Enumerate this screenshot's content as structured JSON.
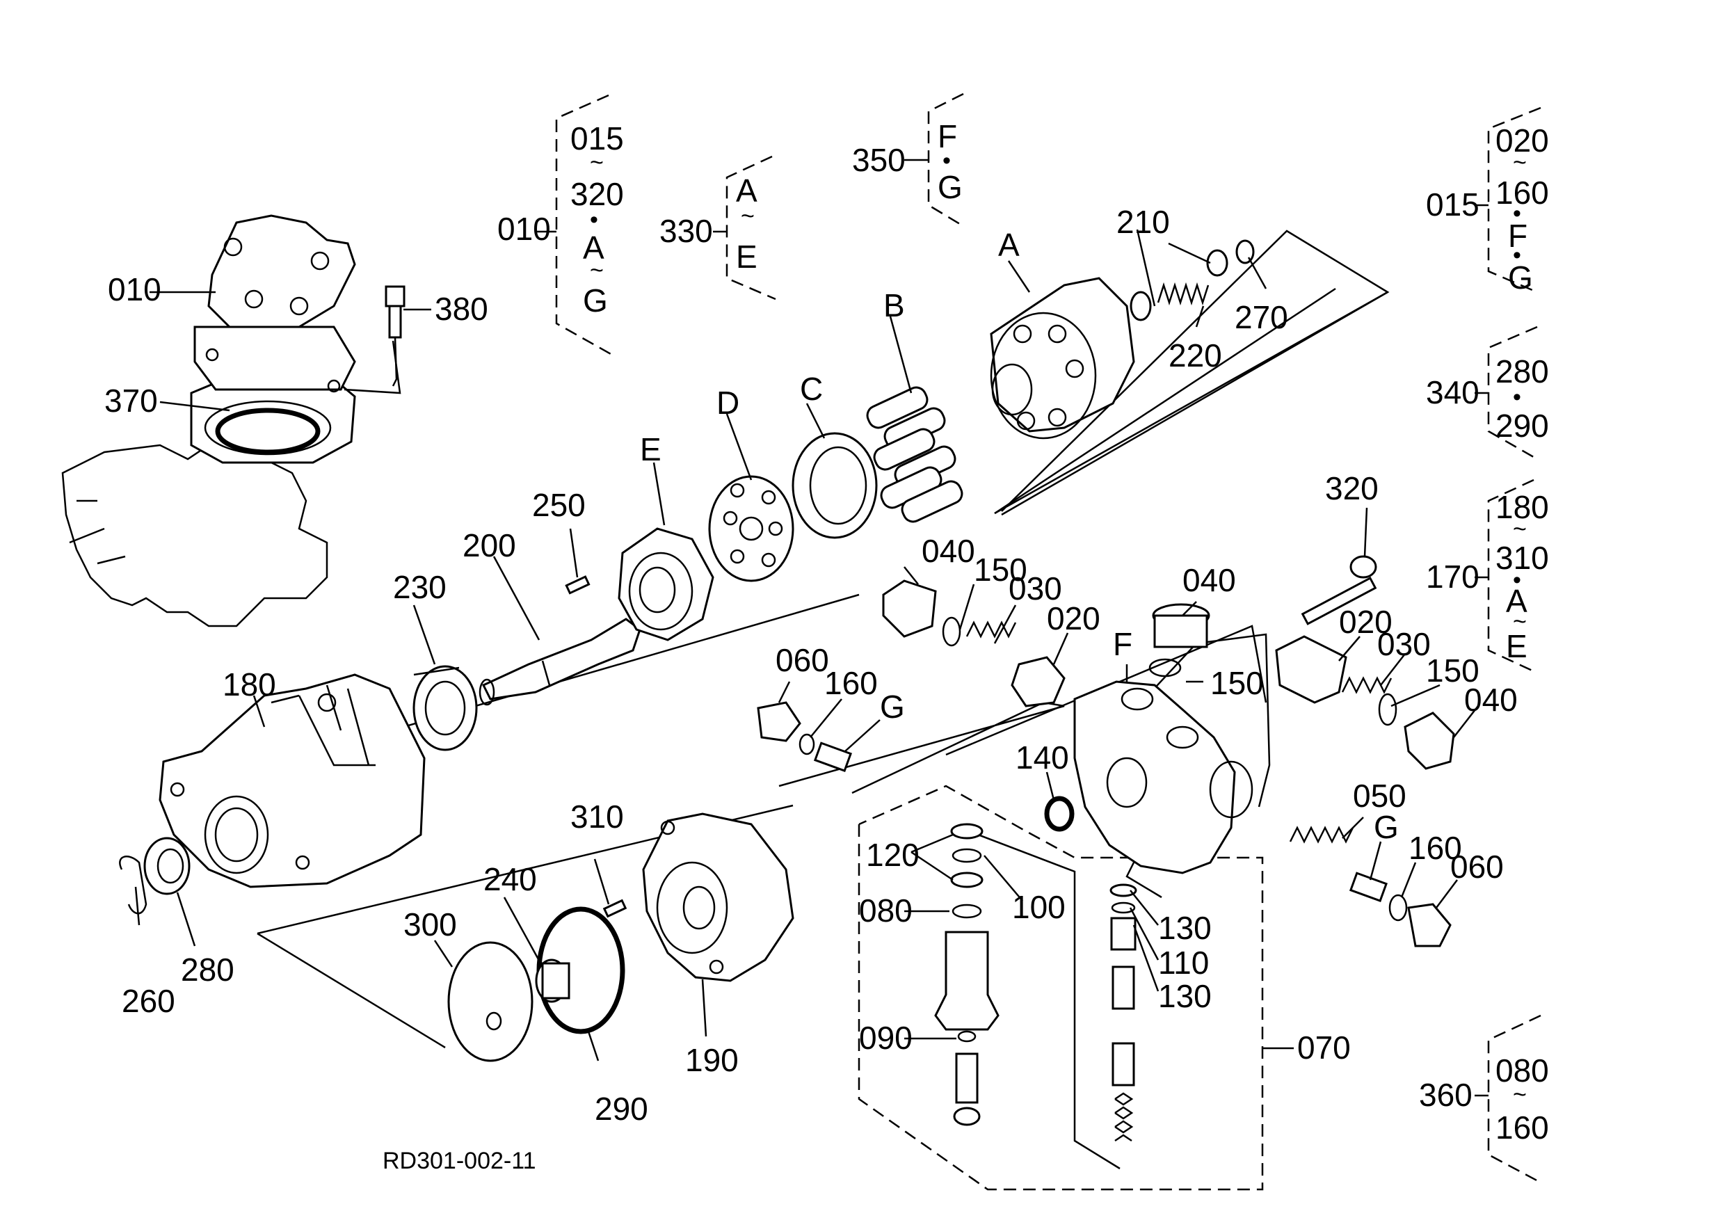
{
  "drawing_id": "RD301-002-11",
  "parts": {
    "p010": "010",
    "p015": "015",
    "p020": "020",
    "p030": "030",
    "p040": "040",
    "p050": "050",
    "p060": "060",
    "p070": "070",
    "p080": "080",
    "p090": "090",
    "p100": "100",
    "p110": "110",
    "p120": "120",
    "p130": "130",
    "p140": "140",
    "p150": "150",
    "p160": "160",
    "p170": "170",
    "p180": "180",
    "p190": "190",
    "p200": "200",
    "p210": "210",
    "p220": "220",
    "p230": "230",
    "p240": "240",
    "p250": "250",
    "p260": "260",
    "p270": "270",
    "p280": "280",
    "p290": "290",
    "p300": "300",
    "p310": "310",
    "p320": "320",
    "p330": "330",
    "p340": "340",
    "p350": "350",
    "p360": "360",
    "p370": "370",
    "p380": "380"
  },
  "letters": {
    "A": "A",
    "B": "B",
    "C": "C",
    "D": "D",
    "E": "E",
    "F": "F",
    "G": "G"
  },
  "glyphs": {
    "range": "~",
    "and": "•"
  },
  "groups": [
    {
      "parent": "010",
      "items": [
        "015",
        "~",
        "320",
        "•",
        "A",
        "~",
        "G"
      ]
    },
    {
      "parent": "330",
      "items": [
        "A",
        "~",
        "E"
      ]
    },
    {
      "parent": "350",
      "items": [
        "F",
        "•",
        "G"
      ]
    },
    {
      "parent": "015",
      "items": [
        "020",
        "~",
        "160",
        "•",
        "F",
        "•",
        "G"
      ]
    },
    {
      "parent": "340",
      "items": [
        "280",
        "•",
        "290"
      ]
    },
    {
      "parent": "170",
      "items": [
        "180",
        "~",
        "310",
        "•",
        "A",
        "~",
        "E"
      ]
    },
    {
      "parent": "360",
      "items": [
        "080",
        "~",
        "160"
      ]
    }
  ]
}
